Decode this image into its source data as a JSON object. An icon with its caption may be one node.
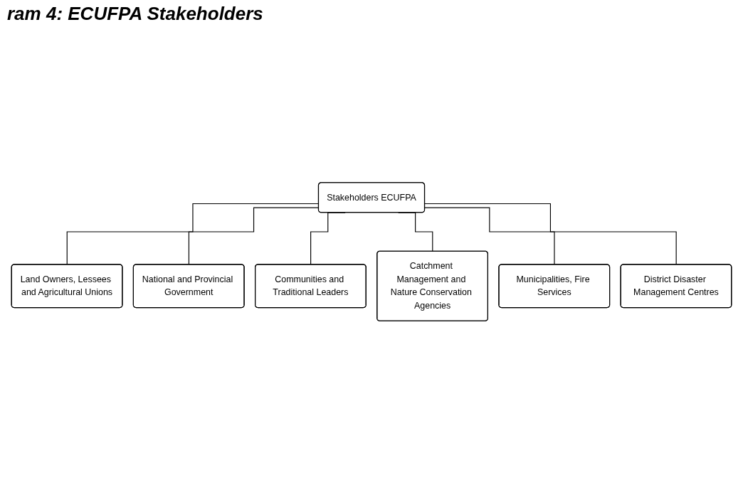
{
  "diagram": {
    "title": "ram 4: ECUFPA Stakeholders",
    "nodes": [
      {
        "text": [
          "Stakeholders ECUFPA"
        ]
      },
      {
        "text": [
          "Land Owners, Lessees and Agricultural Unions"
        ]
      },
      {
        "text": [
          "National and Provincial Government"
        ]
      },
      {
        "text": [
          "Communities and Traditional Leaders"
        ]
      },
      {
        "text": [
          "Catchment Management and Nature Conservation Agencies"
        ]
      },
      {
        "text": [
          "Municipalities, Fire Services"
        ]
      },
      {
        "text": [
          "District Disaster Management Centres"
        ]
      }
    ],
    "edges": [
      {
        "from": 0,
        "to": 1,
        "arrow": "none"
      },
      {
        "from": 0,
        "to": 2,
        "arrow": "none"
      },
      {
        "from": 0,
        "to": 3,
        "arrow": "none"
      },
      {
        "from": 0,
        "to": 4,
        "arrow": "none"
      },
      {
        "from": 0,
        "to": 5,
        "arrow": "none"
      },
      {
        "from": 0,
        "to": 6,
        "arrow": "none"
      }
    ]
  }
}
